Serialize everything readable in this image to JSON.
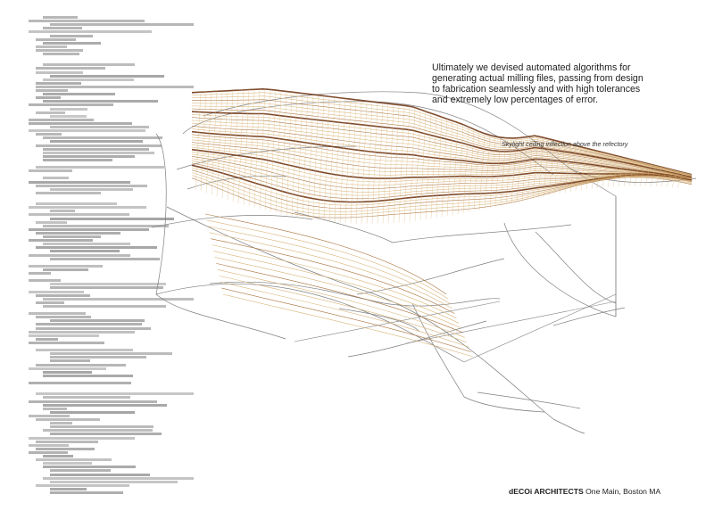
{
  "text": {
    "intro": "Ultimately we devised automated algorithms for generating actual milling files, passing from design to fabrication seamlessly and with high tolerances and extremely low percentages of error.",
    "caption": "Skylight ceiling inflection  above the refectory",
    "firm": "dECOi ARCHITECTS",
    "location": "One Main, Boston MA"
  },
  "colors": {
    "background": "#ffffff",
    "code": "#9a9a9a",
    "wireframe": "#7f7f7f",
    "rib_light": "#d8b57a",
    "rib_mid": "#a9713a",
    "rib_dark": "#6f3514"
  },
  "graphic": {
    "code_listing": "script listing (illegible)",
    "drawing": "wireframe of undulating ceiling surface with milling ribs"
  }
}
